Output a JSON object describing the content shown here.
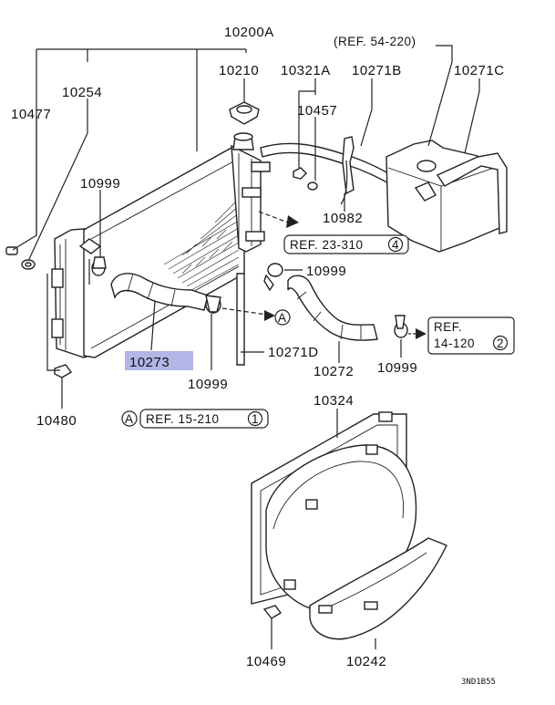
{
  "diagram": {
    "part_numbers": {
      "p10200A": "10200A",
      "p10210": "10210",
      "p10321A": "10321A",
      "p10271B": "10271B",
      "p10271C": "10271C",
      "p10254": "10254",
      "p10477": "10477",
      "p10457": "10457",
      "p10999_a": "10999",
      "p10982": "10982",
      "p10999_b": "10999",
      "p10273": "10273",
      "p10999_c": "10999",
      "p10271D": "10271D",
      "p10272": "10272",
      "p10999_d": "10999",
      "p10480": "10480",
      "p10324": "10324",
      "p10469": "10469",
      "p10242": "10242"
    },
    "refs": {
      "ref_54_220": "(REF. 54-220)",
      "ref_23_310": "REF. 23-310",
      "ref_23_310_num": "4",
      "ref_14_120_l1": "REF.",
      "ref_14_120_l2": "14-120",
      "ref_14_120_num": "2",
      "ref_15_210": "REF. 15-210",
      "ref_15_210_num": "1",
      "marker_a1": "A",
      "marker_a2": "A"
    },
    "highlight_color": "#b3b6e6",
    "drawing_code": "3ND1B55"
  }
}
